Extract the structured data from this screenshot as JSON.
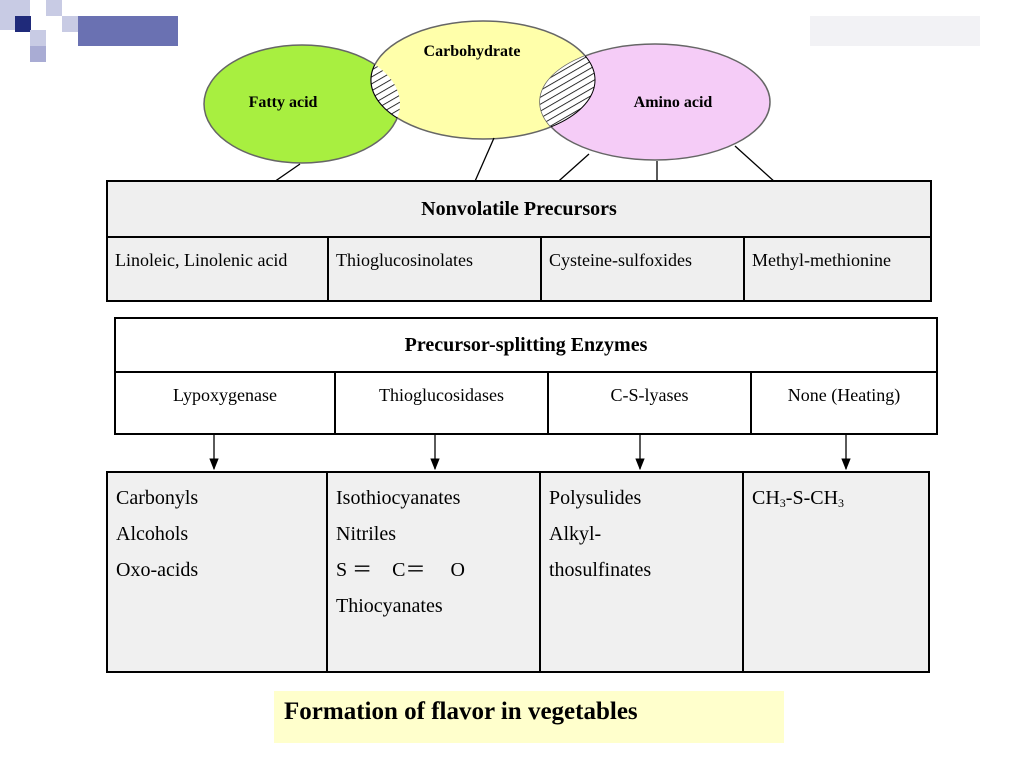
{
  "venn": {
    "fatty": "Fatty acid",
    "carb": "Carbohydrate",
    "amino": "Amino acid",
    "colors": {
      "fatty": "#a8ef40",
      "carb": "#ffffaa",
      "amino": "#f5ccf7"
    }
  },
  "precursors": {
    "title": "Nonvolatile Precursors",
    "items": [
      "Linoleic, Linolenic acid",
      "Thioglucosinolates",
      "Cysteine-sulfoxides",
      "Methyl-methionine"
    ]
  },
  "enzymes": {
    "title": "Precursor-splitting Enzymes",
    "items": [
      "Lypoxygenase",
      "Thioglucosidases",
      "C-S-lyases",
      "None (Heating)"
    ]
  },
  "products": {
    "col1": [
      "Carbonyls",
      "Alcohols",
      "Oxo-acids"
    ],
    "col2": [
      "Isothiocyanates",
      "Nitriles",
      "S ＝　C＝　 O",
      "Thiocyanates"
    ],
    "col3": [
      "Polysulides",
      "Alkyl-",
      "thosulfinates"
    ],
    "col4": {
      "p1": "CH",
      "s1": "3",
      "mid": "-S-CH",
      "s2": "3"
    }
  },
  "caption": "Formation of flavor in vegetables"
}
